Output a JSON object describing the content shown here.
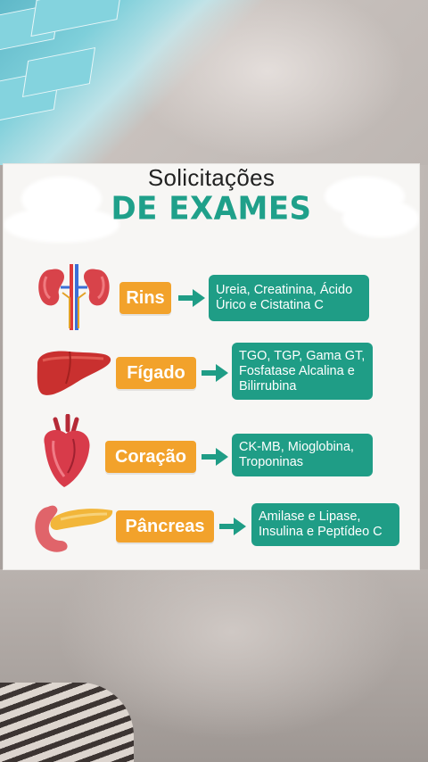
{
  "title_line1": "Solicitações",
  "title_line2": "DE EXAMES",
  "exams": [
    {
      "organ": "Rins",
      "icon": "kidneys-icon",
      "tests": "Ureia, Creatinina, Ácido Úrico e Cistatina C"
    },
    {
      "organ": "Fígado",
      "icon": "liver-icon",
      "tests": "TGO, TGP, Gama GT, Fosfatase Alcalina e Bilirrubina"
    },
    {
      "organ": "Coração",
      "icon": "heart-icon",
      "tests": "CK-MB, Mioglobina, Troponinas"
    },
    {
      "organ": "Pâncreas",
      "icon": "pancreas-icon",
      "tests": "Amilase e Lipase, Insulina e Peptídeo C"
    }
  ],
  "colors": {
    "accent_green": "#1f9d86",
    "label_orange": "#f2a22b",
    "title_green": "#1fa08a"
  }
}
